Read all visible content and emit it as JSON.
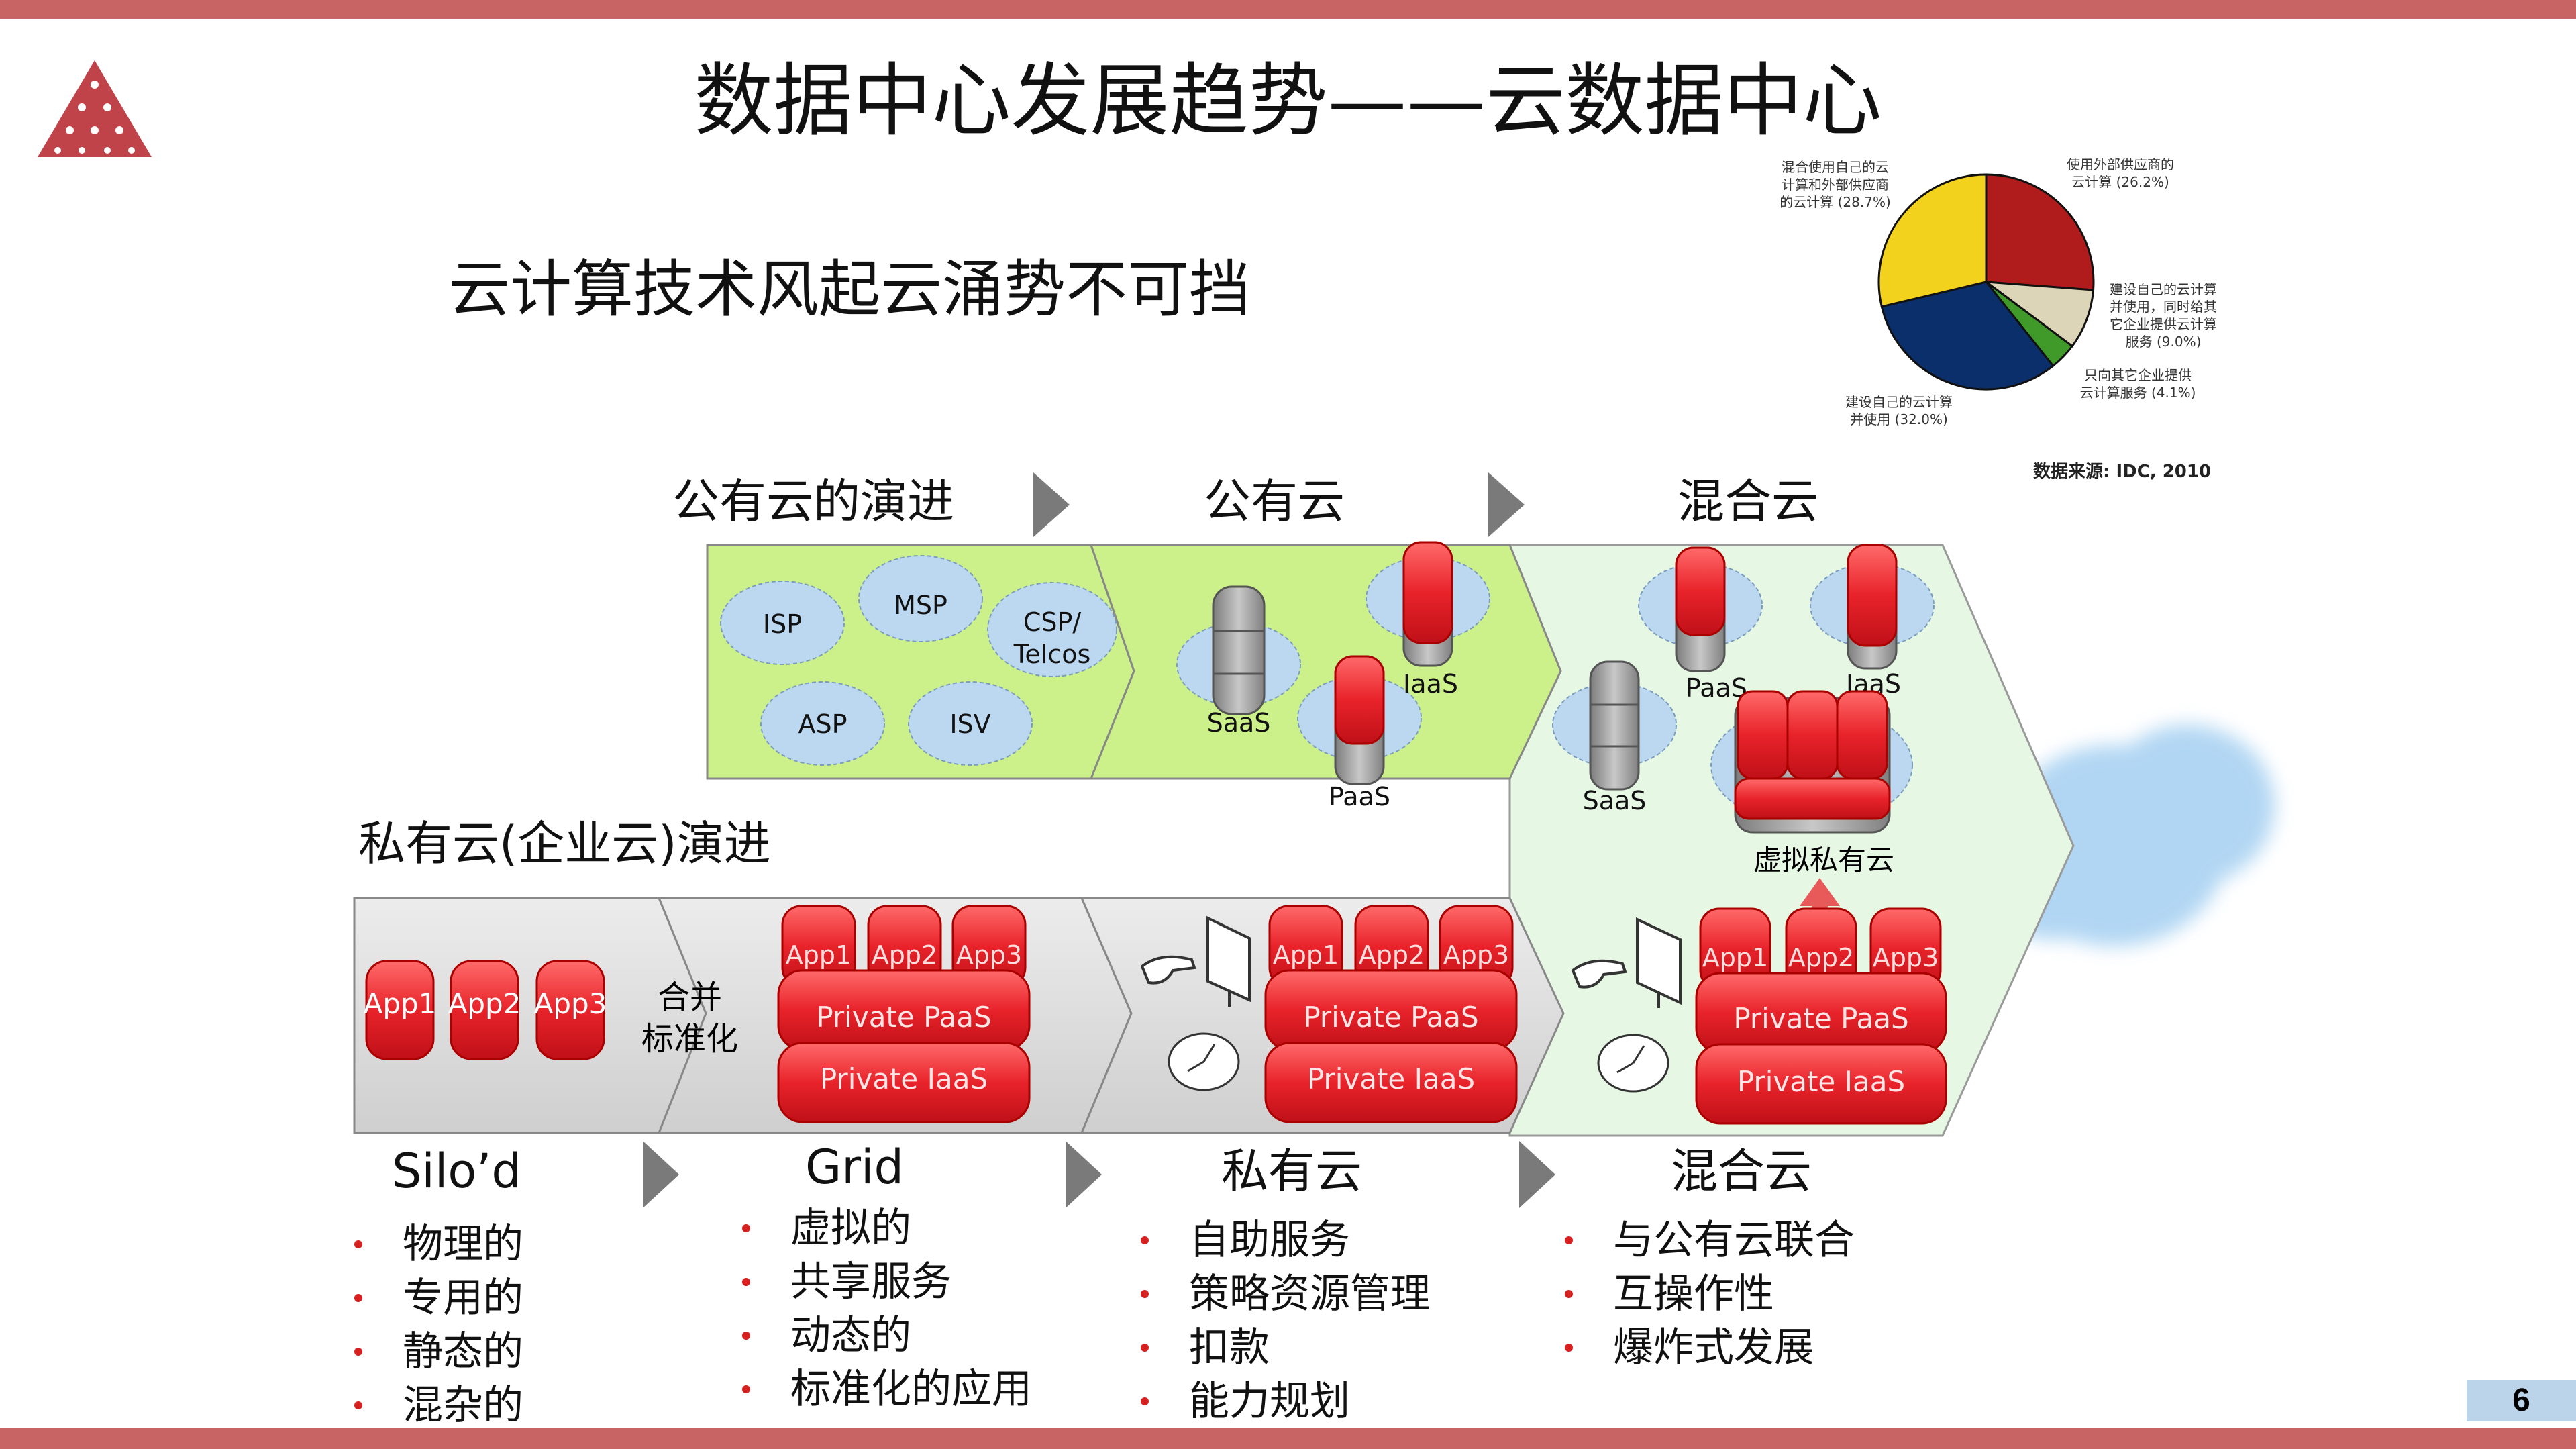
{
  "title": "数据中心发展趋势——云数据中心",
  "subtitle": "云计算技术风起云涌势不可挡",
  "page_number": "6",
  "pie": {
    "slices": [
      {
        "label": "使用外部供应商的云计算 (26.2%)",
        "value": 26.2,
        "color": "#b01c1c"
      },
      {
        "label": "建设自己的云计算并使用，同时给其它企业提供云计算服务 (9.0%)",
        "value": 9.0,
        "color": "#ddd5b8"
      },
      {
        "label": "只向其它企业提供云计算服务 (4.1%)",
        "value": 4.1,
        "color": "#3f9a2a"
      },
      {
        "label": "建设自己的云计算并使用 (32.0%)",
        "value": 32.0,
        "color": "#0b2f6a"
      },
      {
        "label": "混合使用自己的云计算和外部供应商的云计算 (28.7%)",
        "value": 28.7,
        "color": "#f2d21c"
      }
    ],
    "label_lines": {
      "external": [
        "使用外部供应商的",
        "云计算 (26.2%)"
      ],
      "build_provide": [
        "建设自己的云计算",
        "并使用，同时给其",
        "它企业提供云计算",
        "服务 (9.0%)"
      ],
      "provide_only": [
        "只向其它企业提供",
        "云计算服务 (4.1%)"
      ],
      "build_own": [
        "建设自己的云计算",
        "并使用 (32.0%)"
      ],
      "mixed": [
        "混合使用自己的云",
        "计算和外部供应商",
        "的云计算 (28.7%)"
      ]
    },
    "source": "数据来源: IDC, 2010"
  },
  "public_row": {
    "headers": [
      "公有云的演进",
      "公有云",
      "混合云"
    ],
    "clouds": [
      "ISP",
      "MSP",
      "CSP/",
      "Telcos",
      "ASP",
      "ISV"
    ],
    "public_labels": [
      "SaaS",
      "IaaS",
      "PaaS"
    ],
    "hybrid_labels": [
      "PaaS",
      "IaaS",
      "SaaS"
    ],
    "virtual_private": "虚拟私有云"
  },
  "private_row": {
    "header": "私有云(企业云)演进",
    "apps": [
      "App1",
      "App2",
      "App3"
    ],
    "merge_label": [
      "合并",
      "标准化"
    ],
    "private_paas": "Private PaaS",
    "private_iaas": "Private IaaS"
  },
  "stages": [
    {
      "name": "Silo’d",
      "bullets": [
        "物理的",
        "专用的",
        "静态的",
        "混杂的"
      ]
    },
    {
      "name": "Grid",
      "bullets": [
        "虚拟的",
        "共享服务",
        "动态的",
        "标准化的应用"
      ]
    },
    {
      "name": "私有云",
      "bullets": [
        "自助服务",
        "策略资源管理",
        "扣款",
        "能力规划"
      ]
    },
    {
      "name": "混合云",
      "bullets": [
        "与公有云联合",
        "互操作性",
        "爆炸式发展"
      ]
    }
  ],
  "colors": {
    "accent_bar": "#c96464",
    "app_red": "#e8232a",
    "public_green": "#ccf08a",
    "hybrid_green": "#e6f7e4",
    "gray_band": "#d8d8d8",
    "cloud_blue": "#bcd8f0"
  }
}
